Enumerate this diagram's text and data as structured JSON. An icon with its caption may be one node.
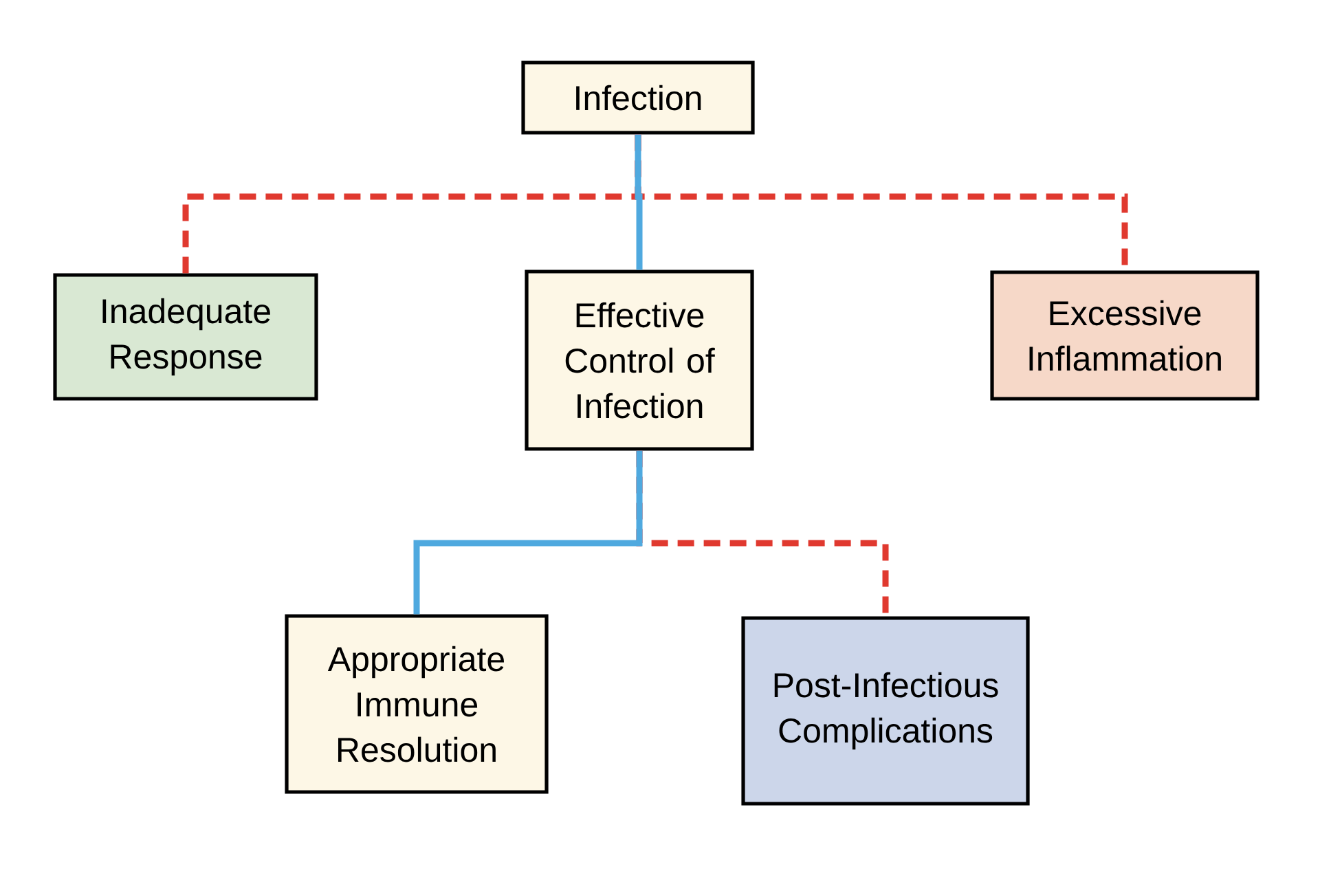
{
  "diagram": {
    "nodes": [
      {
        "text": [
          "Infection"
        ]
      },
      {
        "text": [
          "Inadequate Response"
        ]
      },
      {
        "text": [
          "Effective Control of Infection"
        ]
      },
      {
        "text": [
          "Excessive Inflammation"
        ]
      },
      {
        "text": [
          "Appropriate Immune Resolution"
        ]
      },
      {
        "text": [
          "Post-Infectious Complications"
        ]
      }
    ],
    "edges": [
      {
        "from": 0,
        "to": 1,
        "arrow": "none",
        "style": "dashed"
      },
      {
        "from": 0,
        "to": 3,
        "arrow": "none",
        "style": "dashed"
      },
      {
        "from": 0,
        "to": 2,
        "arrow": "none",
        "color": "#4fa9df"
      },
      {
        "from": 2,
        "to": 5,
        "arrow": "none",
        "style": "dashed"
      },
      {
        "from": 2,
        "to": 4,
        "arrow": "none",
        "color": "#4fa9df"
      }
    ]
  }
}
